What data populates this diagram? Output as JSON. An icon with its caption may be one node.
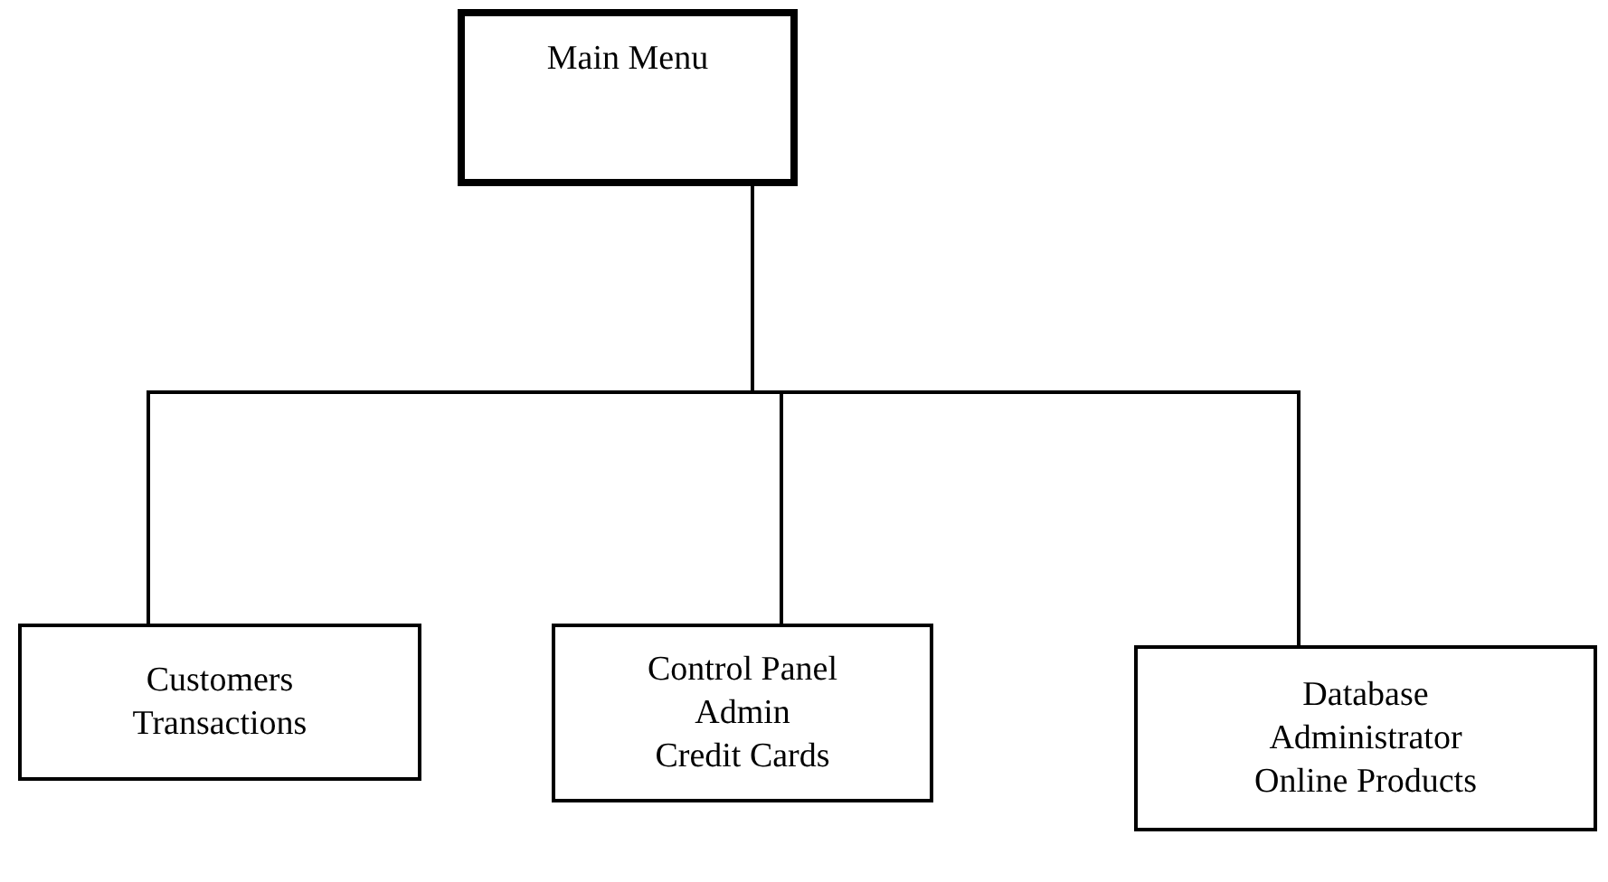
{
  "diagram": {
    "nodes": [
      {
        "text": [
          "Main Menu"
        ]
      },
      {
        "text": [
          "Customers",
          "Transactions"
        ]
      },
      {
        "text": [
          "Control Panel",
          "Admin",
          "Credit Cards"
        ]
      },
      {
        "text": [
          "Database",
          "Administrator",
          "Online Products"
        ]
      }
    ],
    "edges": [
      {
        "from": 0,
        "to": 1,
        "arrow": "none"
      },
      {
        "from": 0,
        "to": 2,
        "arrow": "none"
      },
      {
        "from": 0,
        "to": 3,
        "arrow": "none"
      }
    ]
  }
}
